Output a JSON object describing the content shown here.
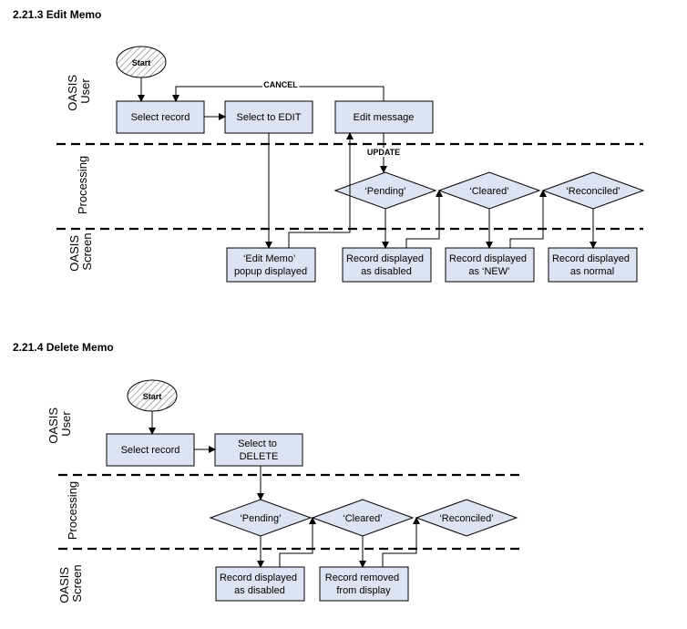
{
  "edit_memo": {
    "heading": "2.21.3   Edit Memo",
    "lanes": {
      "user": [
        "OASIS",
        "User"
      ],
      "processing": "Processing",
      "screen": [
        "OASIS",
        "Screen"
      ]
    },
    "start": "Start",
    "select_record": "Select record",
    "select_edit": "Select to EDIT",
    "edit_message": "Edit message",
    "cancel": "CANCEL",
    "update": "UPDATE",
    "pending": "‘Pending’",
    "cleared": "‘Cleared’",
    "reconciled": "‘Reconciled’",
    "popup": [
      "‘Edit Memo’",
      "popup displayed"
    ],
    "rec_disabled": [
      "Record displayed",
      "as disabled"
    ],
    "rec_new": [
      "Record displayed",
      "as ‘NEW’"
    ],
    "rec_normal": [
      "Record displayed",
      "as normal"
    ]
  },
  "delete_memo": {
    "heading": "2.21.4   Delete Memo",
    "lanes": {
      "user": [
        "OASIS",
        "User"
      ],
      "processing": "Processing",
      "screen": [
        "OASIS",
        "Screen"
      ]
    },
    "start": "Start",
    "select_record": "Select record",
    "select_delete": [
      "Select to",
      "DELETE"
    ],
    "pending": "‘Pending’",
    "cleared": "‘Cleared’",
    "reconciled": "‘Reconciled’",
    "rec_disabled": [
      "Record displayed",
      "as disabled"
    ],
    "rec_removed": [
      "Record removed",
      "from display"
    ]
  }
}
